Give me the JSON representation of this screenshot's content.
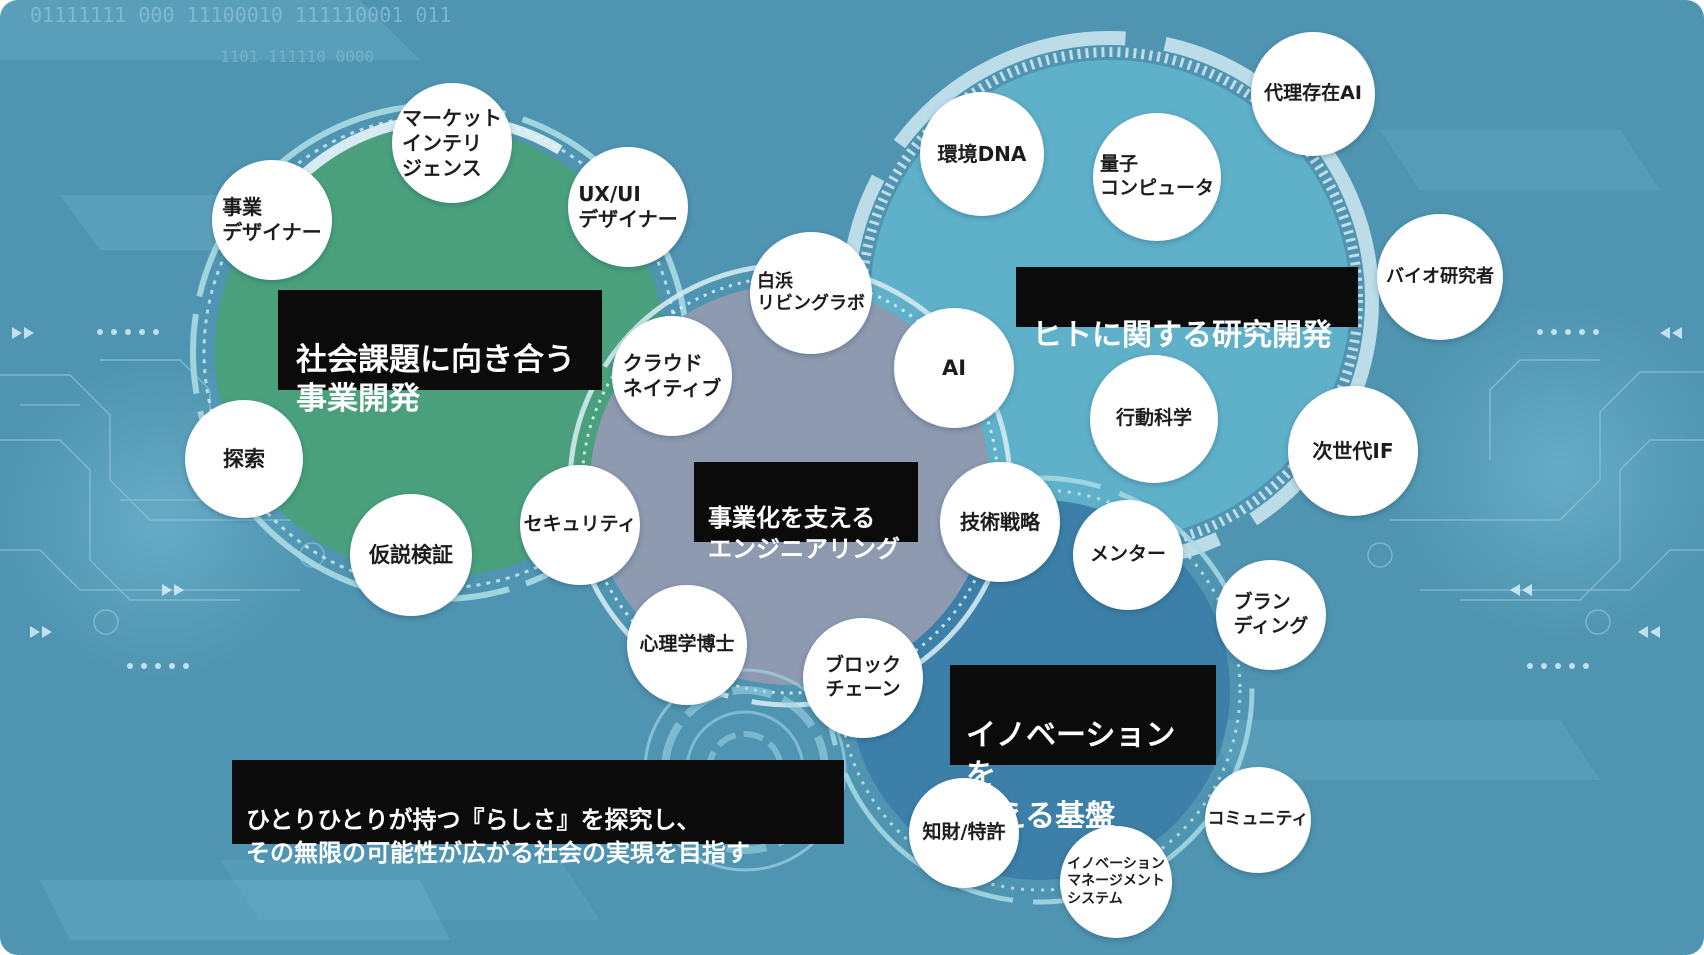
{
  "colors": {
    "background": "#4f94b0",
    "green_circle": "#4aa07c",
    "gray_circle": "#8d9ab0",
    "light_blue_circle": "#5fb0c9",
    "dark_blue_circle": "#3c7fa8",
    "label_bg": "#0b0b0b",
    "node_bg": "#ffffff"
  },
  "titles": {
    "social": "社会課題に向き合う\n事業開発",
    "engineering": "事業化を支える\nエンジニアリング",
    "human": "ヒトに関する研究開発",
    "innovation": "イノベーションを\n支える基盤",
    "mission": "ひとりひとりが持つ『らしさ』を探究し、\nその無限の可能性が広がる社会の実現を目指す"
  },
  "nodes": {
    "market_intel": "マーケット\nインテリ\nジェンス",
    "business_designer": "事業\nデザイナー",
    "ux_ui": "UX/UI\nデザイナー",
    "exploration": "探索",
    "hypothesis": "仮説検証",
    "shirahama": "白浜\nリビングラボ",
    "cloud_native": "クラウド\nネイティブ",
    "security": "セキュリティ",
    "psychology": "心理学博士",
    "blockchain": "ブロック\nチェーン",
    "ai": "AI",
    "tech_strategy": "技術戦略",
    "env_dna": "環境DNA",
    "quantum": "量子\nコンピュータ",
    "proxy_ai": "代理存在AI",
    "bio": "バイオ研究者",
    "behavior": "行動科学",
    "next_if": "次世代IF",
    "mentor": "メンター",
    "branding": "ブラン\nディング",
    "ip": "知財/特許",
    "community": "コミュニティ",
    "ims": "イノベーション\nマネージメント\nシステム"
  },
  "decor": {
    "binary_text": "01111111  000  11100010  111110001 011",
    "binary_text_2": "1101  111110  0000"
  }
}
